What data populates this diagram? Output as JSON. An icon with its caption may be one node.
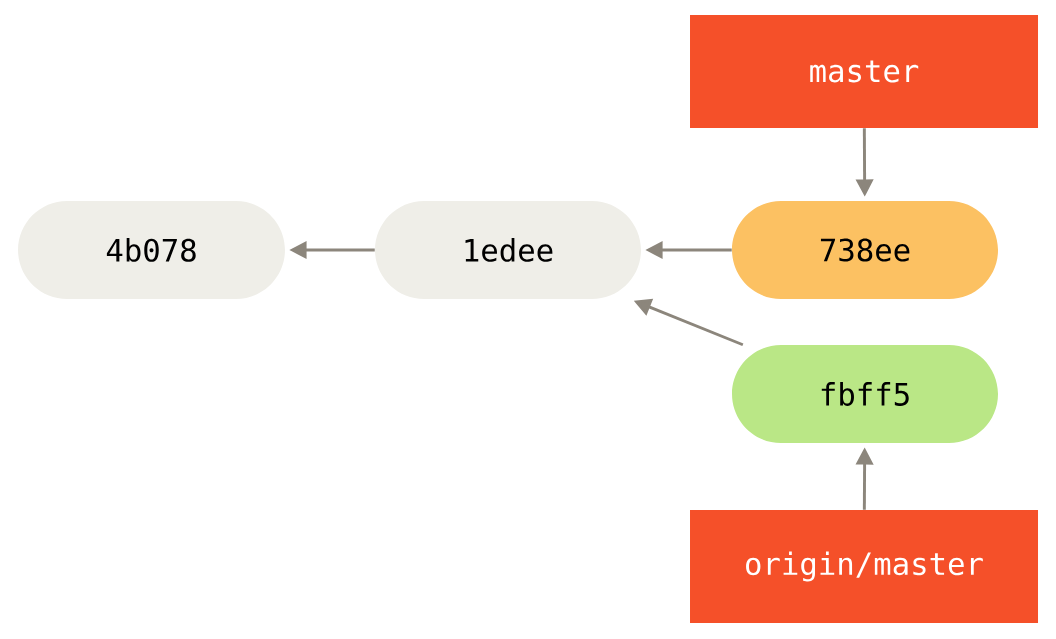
{
  "diagram": {
    "nodes": [
      {
        "text": [
          "master"
        ]
      },
      {
        "text": [
          "4b078"
        ]
      },
      {
        "text": [
          "1edee"
        ]
      },
      {
        "text": [
          "738ee"
        ]
      },
      {
        "text": [
          "fbff5"
        ]
      },
      {
        "text": [
          "origin/master"
        ]
      }
    ],
    "edges": [
      {
        "from": 0,
        "to": 3,
        "arrow": "to"
      },
      {
        "from": 2,
        "to": 1,
        "arrow": "to"
      },
      {
        "from": 3,
        "to": 2,
        "arrow": "to"
      },
      {
        "from": 4,
        "to": 2,
        "arrow": "to"
      },
      {
        "from": 5,
        "to": 4,
        "arrow": "to"
      }
    ]
  }
}
